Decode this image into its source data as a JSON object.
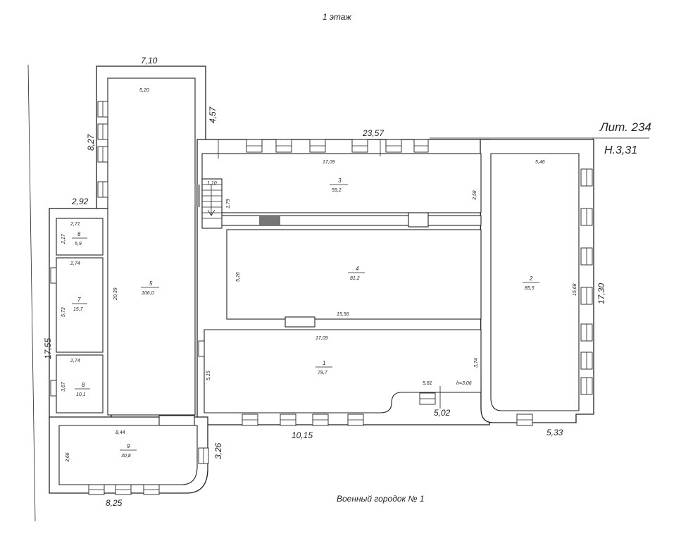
{
  "header": {
    "floor_title": "1 этаж"
  },
  "litera": {
    "label": "Лит. 234",
    "height": "Н.3,31"
  },
  "footer": {
    "location": "Военный городок № 1"
  },
  "exterior_dimensions": {
    "top_left_width": "7,10",
    "tower_offset": "4,57",
    "left_upper": "8,27",
    "left_step": "2,92",
    "top_main": "23,57",
    "left_total": "17,55",
    "right_total": "17,30",
    "bottom_left": "8,25",
    "bottom_mid": "10,15",
    "bottom_bay": "5,02",
    "bottom_right": "5,33",
    "lower_offset": "3,26"
  },
  "rooms": [
    {
      "id": "1",
      "number": "1",
      "area": "79,7",
      "dims": [
        "17,09",
        "5,15",
        "3,74",
        "5,81",
        "h=3,06"
      ]
    },
    {
      "id": "2",
      "number": "2",
      "area": "85,5",
      "dims": [
        "5,46",
        "15,68"
      ]
    },
    {
      "id": "3",
      "number": "3",
      "area": "59,2",
      "dims": [
        "17,09",
        "3,58"
      ]
    },
    {
      "id": "4",
      "number": "4",
      "area": "81,2",
      "dims": [
        "5,26",
        "15,56"
      ]
    },
    {
      "id": "5",
      "number": "5",
      "area": "106,0",
      "dims": [
        "5,20",
        "20,39"
      ]
    },
    {
      "id": "6",
      "number": "6",
      "area": "5,9",
      "dims": [
        "2,71",
        "2,17"
      ]
    },
    {
      "id": "7",
      "number": "7",
      "area": "15,7",
      "dims": [
        "2,74",
        "5,73"
      ]
    },
    {
      "id": "8",
      "number": "8",
      "area": "10,1",
      "dims": [
        "2,74",
        "3,67"
      ]
    },
    {
      "id": "9",
      "number": "9",
      "area": "30,8",
      "dims": [
        "8,44",
        "3,66"
      ]
    }
  ],
  "stair": {
    "dims": [
      "1,10",
      "1,79"
    ]
  }
}
